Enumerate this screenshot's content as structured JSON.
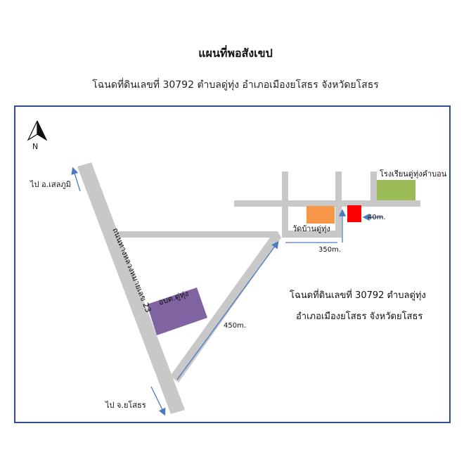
{
  "header": {
    "title": "แผนที่พอสังเขป",
    "subtitle": "โฉนดที่ดินเลขที่ 30792 ตำบลดู่ทุ่ง อำเภอเมืองยโสธร จังหวัดยโสธร"
  },
  "map": {
    "north_label": "N",
    "road_to_north": "ไป อ.เสลภูมิ",
    "road_to_south": "ไป จ.ยโสธร",
    "highway_label": "ถนนทางหลวงหมายเลข 23",
    "landmarks": {
      "school": "โรงเรียนดู่ทุ่งคำบอน",
      "temple": "วัดบ้านดู่ทุ่ง",
      "sao": "อบต.ดู่ทุ่ง"
    },
    "distances": {
      "d450": "450m.",
      "d350": "350m.",
      "d40": "40m."
    },
    "parcel_note": {
      "line1": "โฉนดที่ดินเลขที่ 30792 ตำบลดู่ทุ่ง",
      "line2": "อำเภอเมืองยโสธร จังหวัดยโสธร"
    },
    "colors": {
      "road": "#c8c8c8",
      "arrow": "#4a7bbf",
      "frame": "#2f4f8a",
      "school": "#9bbb59",
      "temple": "#f79646",
      "parcel": "#ff0000",
      "sao": "#8064a2"
    },
    "icons": [
      "north-arrow-icon"
    ]
  }
}
